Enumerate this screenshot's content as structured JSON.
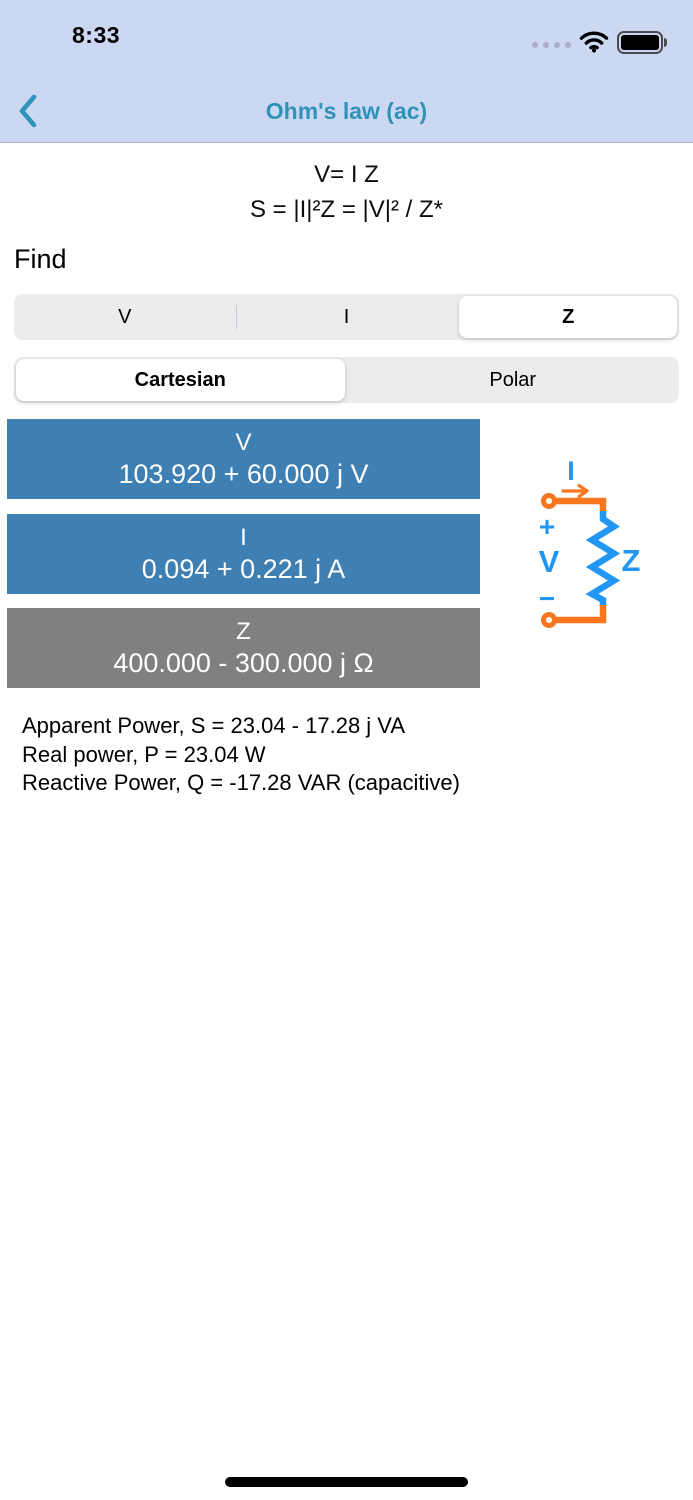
{
  "status_bar": {
    "time": "8:33"
  },
  "nav": {
    "title": "Ohm's law (ac)"
  },
  "formula": {
    "line1": "V= I Z",
    "line2": "S = |I|²Z = |V|² / Z*"
  },
  "find": {
    "label": "Find"
  },
  "find_segments": {
    "options": [
      {
        "label": "V",
        "selected": false
      },
      {
        "label": "I",
        "selected": false
      },
      {
        "label": "Z",
        "selected": true
      }
    ]
  },
  "format_segments": {
    "options": [
      {
        "label": "Cartesian",
        "selected": true
      },
      {
        "label": "Polar",
        "selected": false
      }
    ]
  },
  "quantities": [
    {
      "name": "V",
      "value": "103.920 + 60.000 j V",
      "color": "#3e7fb4"
    },
    {
      "name": "I",
      "value": "0.094 + 0.221 j A",
      "color": "#3e7fb4"
    },
    {
      "name": "Z",
      "value": "400.000 - 300.000 j Ω",
      "color": "#808080"
    }
  ],
  "circuit": {
    "labels": {
      "current": "I",
      "plus": "+",
      "voltage": "V",
      "minus": "−",
      "impedance": "Z"
    },
    "colors": {
      "wire": "#f8761f",
      "component": "#2196f3"
    }
  },
  "results": {
    "lines": [
      "Apparent Power, S = 23.04 - 17.28 j VA",
      "Real power, P = 23.04 W",
      "Reactive Power, Q = -17.28 VAR (capacitive)"
    ]
  },
  "colors": {
    "header_bg": "#ccd7f2",
    "accent_teal": "#2e93b8",
    "card_blue": "#3e7fb4",
    "card_gray": "#808080"
  }
}
